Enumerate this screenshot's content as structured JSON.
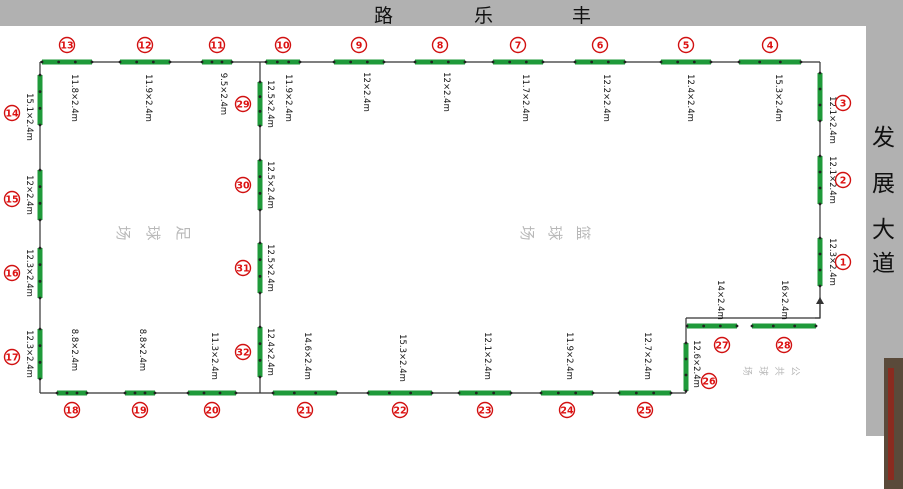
{
  "roads": {
    "top": [
      "丰",
      "乐",
      "路"
    ],
    "right": [
      "发",
      "展",
      "大",
      "道"
    ]
  },
  "areas": {
    "football": [
      "足",
      "球",
      "场"
    ],
    "basketball": [
      "篮",
      "球",
      "场"
    ],
    "public": [
      "公",
      "共",
      "球",
      "场"
    ]
  },
  "segments": [
    {
      "id": "1",
      "label": "12.3×2.4m"
    },
    {
      "id": "2",
      "label": "12.1×2.4m"
    },
    {
      "id": "3",
      "label": "12.1×2.4m"
    },
    {
      "id": "4",
      "label": "15.3×2.4m"
    },
    {
      "id": "5",
      "label": "12.4×2.4m"
    },
    {
      "id": "6",
      "label": "12.2×2.4m"
    },
    {
      "id": "7",
      "label": "11.7×2.4m"
    },
    {
      "id": "8",
      "label": "12×2.4m"
    },
    {
      "id": "9",
      "label": "12×2.4m"
    },
    {
      "id": "10",
      "label": "11.9×2.4m"
    },
    {
      "id": "11",
      "label": "9.5×2.4m"
    },
    {
      "id": "12",
      "label": "11.9×2.4m"
    },
    {
      "id": "13",
      "label": "11.8×2.4m"
    },
    {
      "id": "14",
      "label": "15.1×2.4m"
    },
    {
      "id": "15",
      "label": "12×2.4m"
    },
    {
      "id": "16",
      "label": "12.3×2.4m"
    },
    {
      "id": "17",
      "label": "12.3×2.4m"
    },
    {
      "id": "18",
      "label": "8.8×2.4m"
    },
    {
      "id": "19",
      "label": "8.8×2.4m"
    },
    {
      "id": "20",
      "label": "11.3×2.4m"
    },
    {
      "id": "21",
      "label": "14.6×2.4m"
    },
    {
      "id": "22",
      "label": "15.3×2.4m"
    },
    {
      "id": "23",
      "label": "12.1×2.4m"
    },
    {
      "id": "24",
      "label": "11.9×2.4m"
    },
    {
      "id": "25",
      "label": "12.7×2.4m"
    },
    {
      "id": "26",
      "label": "12.6×2.4m"
    },
    {
      "id": "27",
      "label": "14×2.4m"
    },
    {
      "id": "28",
      "label": "16×2.4m"
    },
    {
      "id": "29",
      "label": "12.5×2.4m"
    },
    {
      "id": "30",
      "label": "12.5×2.4m"
    },
    {
      "id": "31",
      "label": "12.5×2.4m"
    },
    {
      "id": "32",
      "label": "12.4×2.4m"
    }
  ],
  "colors": {
    "road": "#b1b1b1",
    "fence": "#333333",
    "segment": "#1f9a3a",
    "marker": "#d11111",
    "area_text": "#b8b8b8"
  }
}
